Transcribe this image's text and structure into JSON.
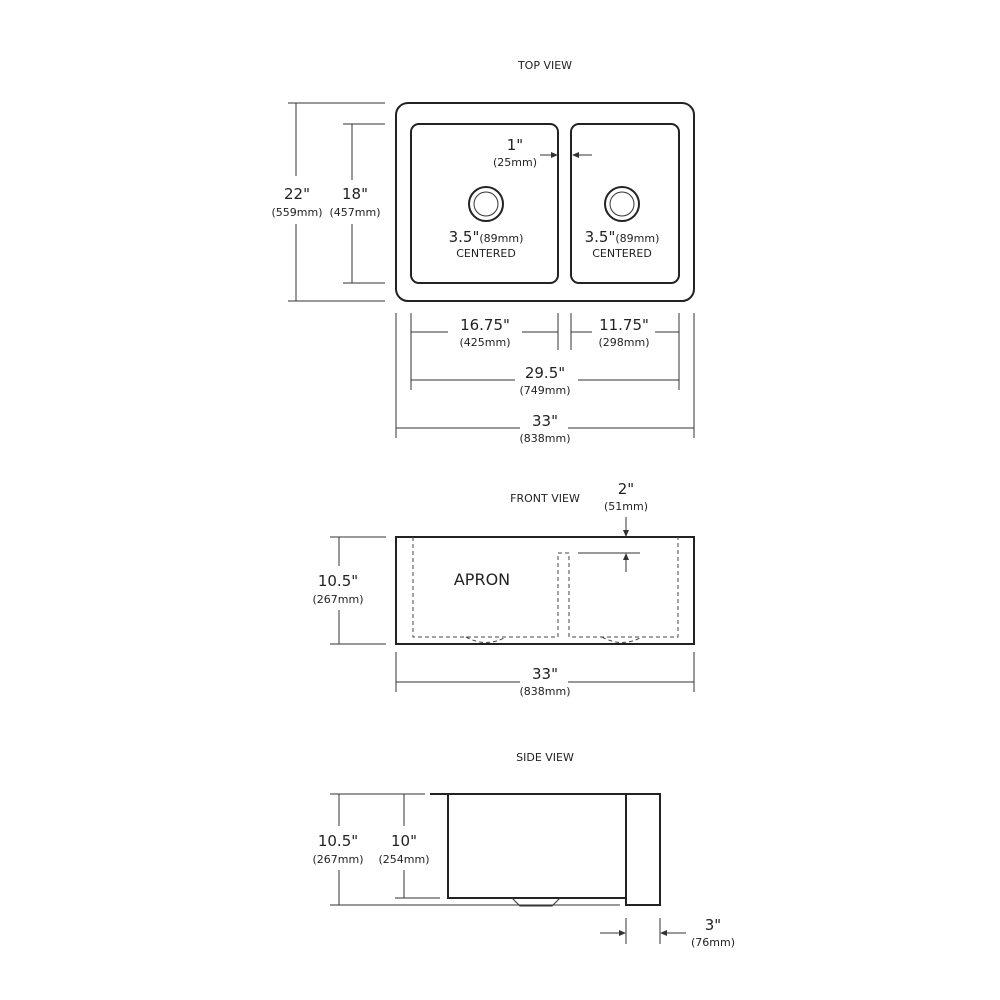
{
  "views": {
    "top": "TOP VIEW",
    "front": "FRONT VIEW",
    "side": "SIDE VIEW"
  },
  "top": {
    "height_outer_in": "22\"",
    "height_outer_mm": "(559mm)",
    "height_inner_in": "18\"",
    "height_inner_mm": "(457mm)",
    "divider_in": "1\"",
    "divider_mm": "(25mm)",
    "drain_left_in": "3.5\"",
    "drain_left_mm": "(89mm)",
    "drain_left_note": "CENTERED",
    "drain_right_in": "3.5\"",
    "drain_right_mm": "(89mm)",
    "drain_right_note": "CENTERED",
    "left_bowl_in": "16.75\"",
    "left_bowl_mm": "(425mm)",
    "right_bowl_in": "11.75\"",
    "right_bowl_mm": "(298mm)",
    "inner_width_in": "29.5\"",
    "inner_width_mm": "(749mm)",
    "outer_width_in": "33\"",
    "outer_width_mm": "(838mm)"
  },
  "front": {
    "rim_in": "2\"",
    "rim_mm": "(51mm)",
    "apron_label": "APRON",
    "height_in": "10.5\"",
    "height_mm": "(267mm)",
    "width_in": "33\"",
    "width_mm": "(838mm)"
  },
  "side": {
    "height_outer_in": "10.5\"",
    "height_outer_mm": "(267mm)",
    "height_inner_in": "10\"",
    "height_inner_mm": "(254mm)",
    "apron_in": "3\"",
    "apron_mm": "(76mm)"
  }
}
